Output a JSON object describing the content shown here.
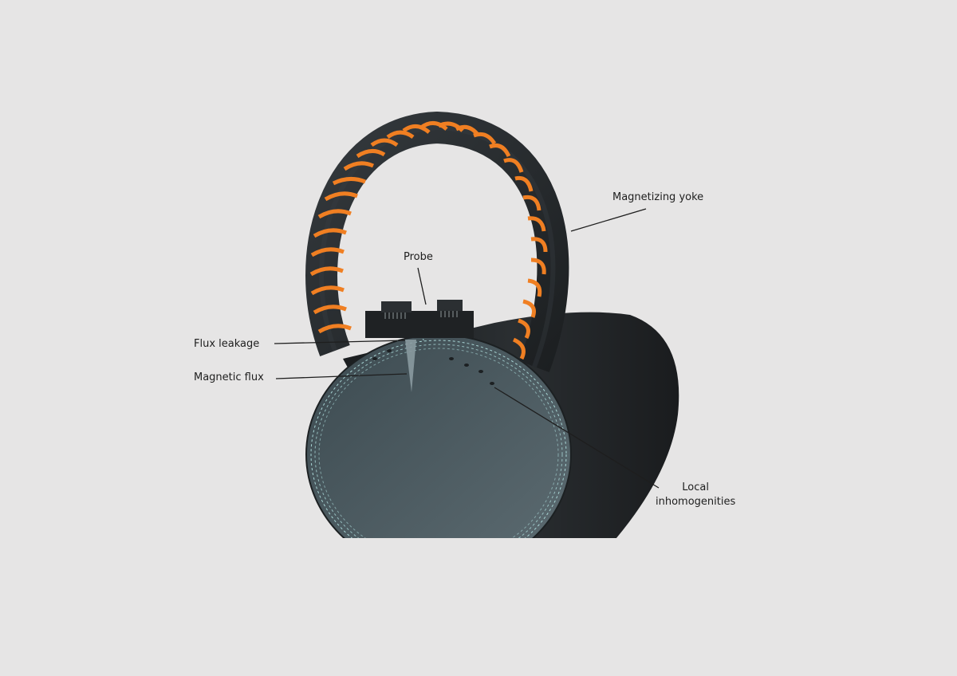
{
  "labels": {
    "magnetizing_yoke": "Magnetizing yoke",
    "probe": "Probe",
    "flux_leakage": "Flux leakage",
    "magnetic_flux": "Magnetic flux",
    "local_inhomogenities_line1": "Local",
    "local_inhomogenities_line2": "inhomogenities"
  },
  "colors": {
    "background": "#e6e5e5",
    "pipe_body": "#232628",
    "pipe_face": "#4d5c62",
    "flux_lines": "#a9d6d6",
    "yoke": "#25292c",
    "coil": "#f07f22",
    "probe": "#1f2224",
    "leader_line": "#1e1e1e"
  }
}
